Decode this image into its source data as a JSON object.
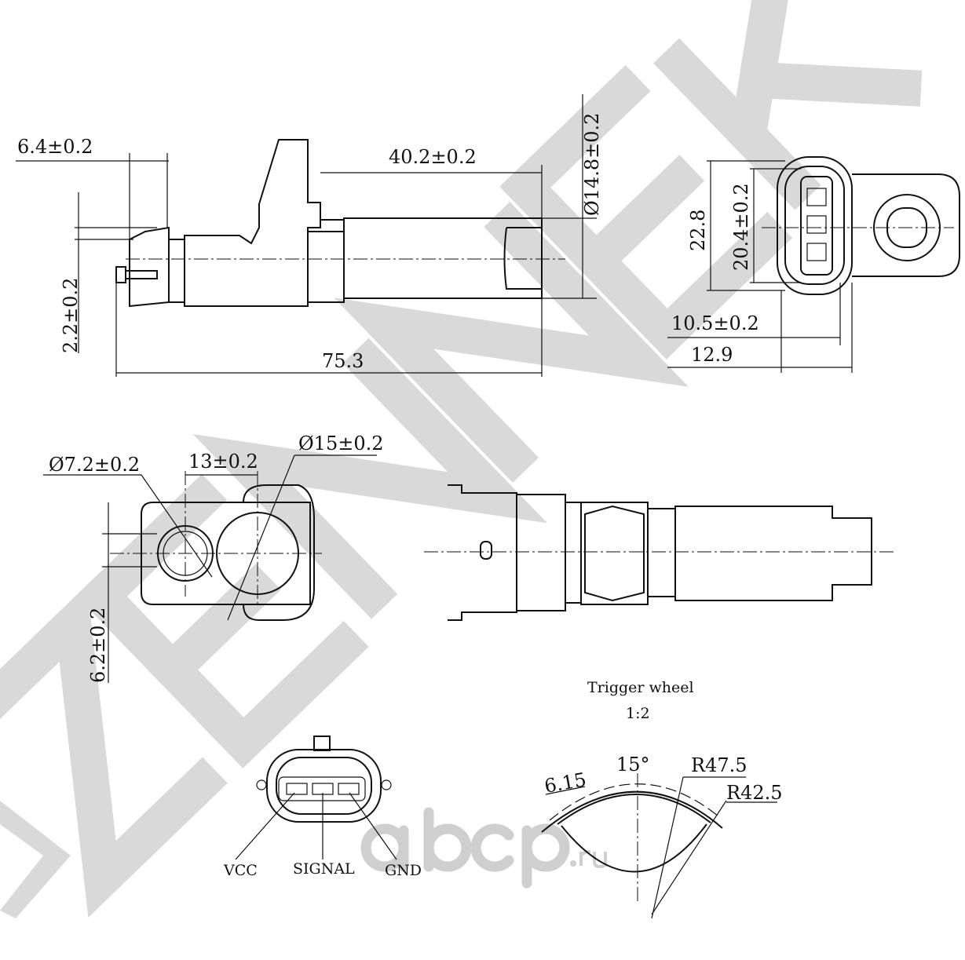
{
  "watermark": {
    "text": "ZENNEK",
    "color": "#d9d9d9"
  },
  "logo": {
    "text": "abcp",
    "suffix": ".ru",
    "color": "#cfcfcf"
  },
  "side_view": {
    "dims": {
      "d1": "6.4±0.2",
      "d2": "40.2±0.2",
      "d3": "Ø14.8±0.2",
      "d4": "2.2±0.2",
      "d5": "75.3"
    }
  },
  "end_view": {
    "dims": {
      "d1": "22.8",
      "d2": "20.4±0.2",
      "d3": "10.5±0.2",
      "d4": "12.9"
    }
  },
  "flange_view": {
    "dims": {
      "d1": "Ø7.2±0.2",
      "d2": "13±0.2",
      "d3": "Ø15±0.2",
      "d4": "6.2±0.2"
    }
  },
  "trigger_wheel": {
    "title": "Trigger wheel",
    "scale": "1:2",
    "dims": {
      "pitch": "6.15",
      "angle": "15°",
      "r_outer": "R47.5",
      "r_inner": "R42.5"
    }
  },
  "connector": {
    "pins": [
      "VCC",
      "SIGNAL",
      "GND"
    ]
  }
}
